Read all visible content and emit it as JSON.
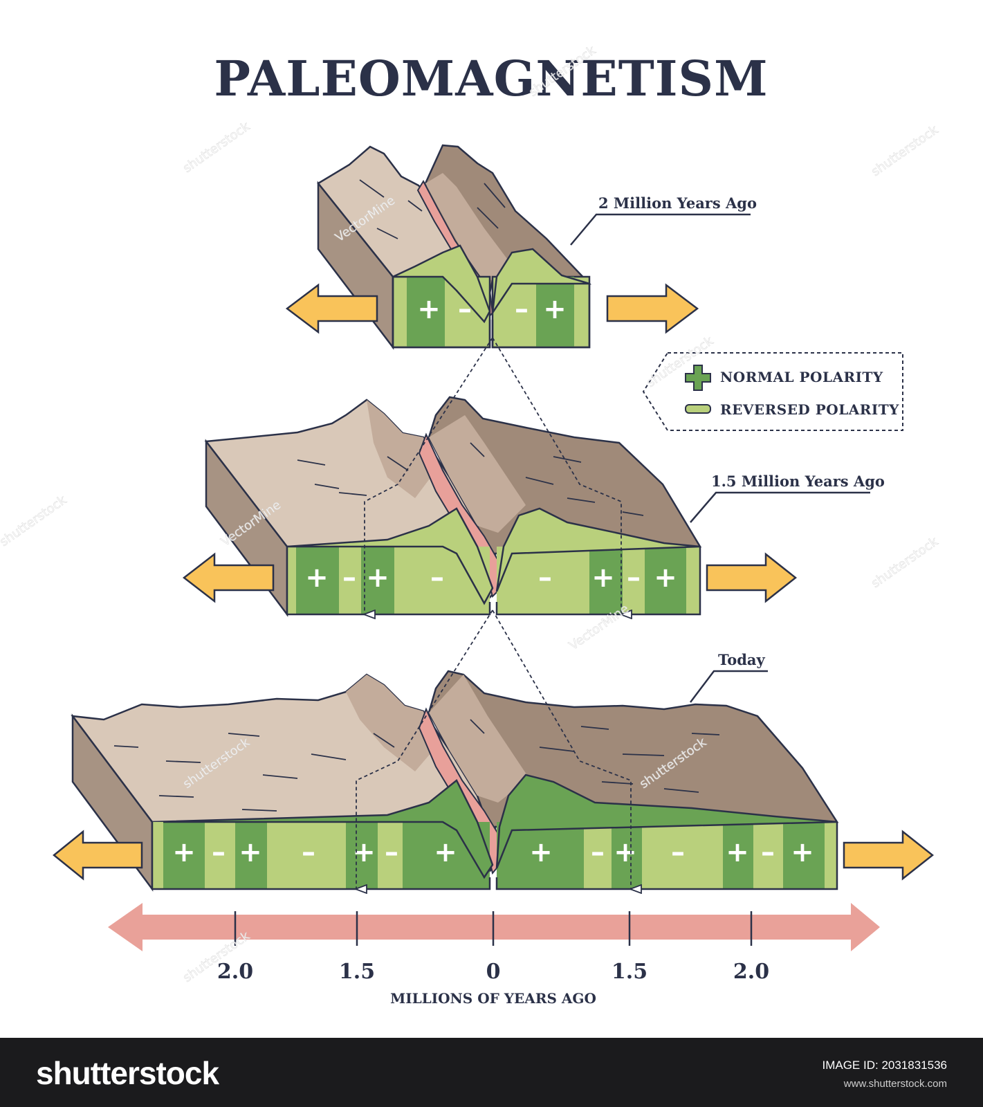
{
  "title": "PALEOMAGNETISM",
  "eras": [
    {
      "label": "2 Million Years Ago",
      "symbols": [
        "+",
        "–",
        "–",
        "+"
      ]
    },
    {
      "label": "1.5 Million Years Ago",
      "symbols": [
        "+",
        "–",
        "+",
        "–",
        "–",
        "+",
        "–",
        "+"
      ]
    },
    {
      "label": "Today",
      "symbols": [
        "+",
        "–",
        "+",
        "–",
        "+",
        "–",
        "+",
        "+",
        "–",
        "+",
        "–",
        "+",
        "–",
        "+"
      ]
    }
  ],
  "legend": {
    "normal": "NORMAL POLARITY",
    "reversed": "REVERSED POLARITY"
  },
  "axis": {
    "ticks": [
      "2.0",
      "1.5",
      "0",
      "1.5",
      "2.0"
    ],
    "label": "MILLIONS OF YEARS AGO"
  },
  "watermarks": {
    "stock": "shutterstock",
    "author": "VectorMine"
  },
  "footer": {
    "brand": "shutterstock",
    "image_id_label": "IMAGE ID: 2031831536",
    "site": "www.shutterstock.com"
  },
  "colors": {
    "dark_green": "#6aa354",
    "light_green": "#b9d07c",
    "rock_light": "#d9c8b8",
    "rock_dark": "#9b8676",
    "magma": "#e8a09a",
    "arrow": "#f9c35a",
    "timeline": "#e9a199",
    "ink": "#2b3148"
  }
}
